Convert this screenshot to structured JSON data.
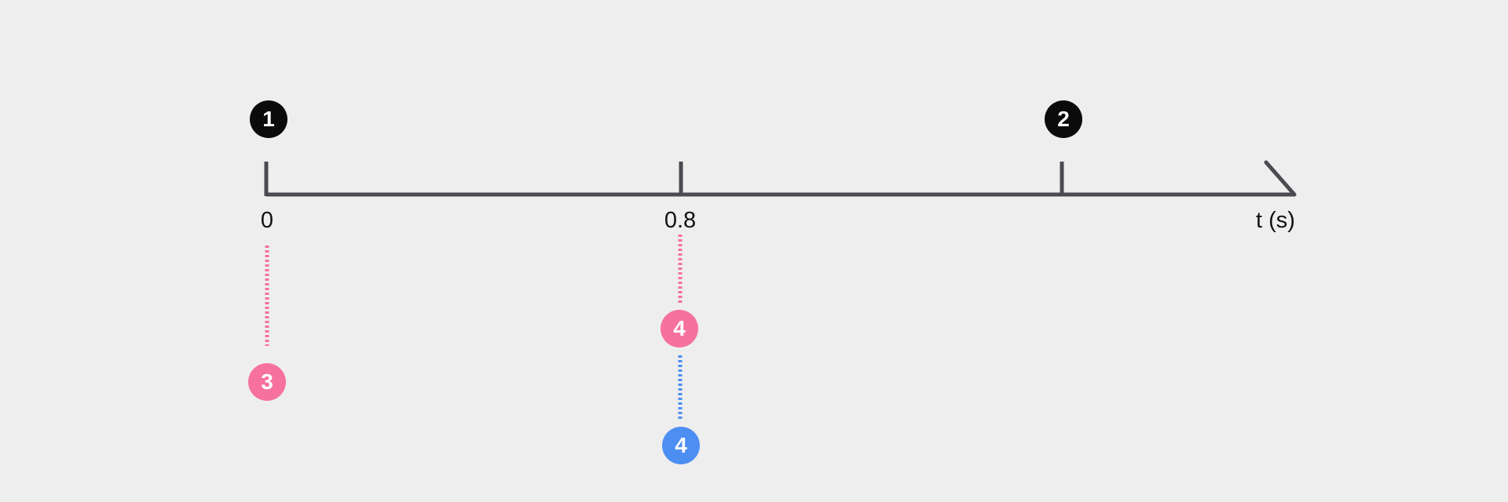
{
  "timeline": {
    "ticks": [
      {
        "label": "0"
      },
      {
        "label": "0.8"
      }
    ],
    "axis_label": "t (s)"
  },
  "markers": {
    "m1": "1",
    "m2": "2",
    "m3": "3",
    "m4_pink": "4",
    "m4_blue": "4"
  },
  "colors": {
    "axis": "#4a4a50",
    "black_marker": "#0b0b0b",
    "pink": "#f6719d",
    "blue": "#4d8ef3",
    "background": "#eeeeee"
  }
}
